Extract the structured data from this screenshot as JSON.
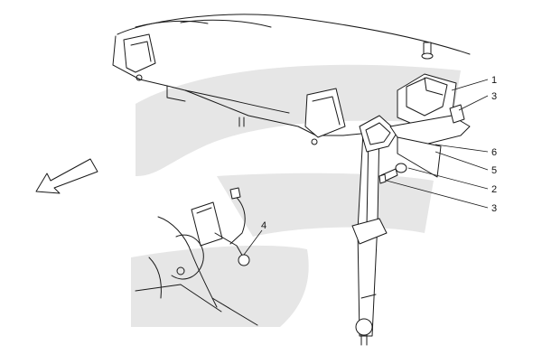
{
  "colors": {
    "watermark": "#e6e6e6",
    "line": "#1a1a1a",
    "background": "#ffffff"
  },
  "icons": {
    "direction_arrow": "direction-arrow-icon"
  },
  "callouts": {
    "c1": "1",
    "c3a": "3",
    "c6": "6",
    "c5": "5",
    "c2": "2",
    "c3b": "3",
    "c4": "4"
  }
}
